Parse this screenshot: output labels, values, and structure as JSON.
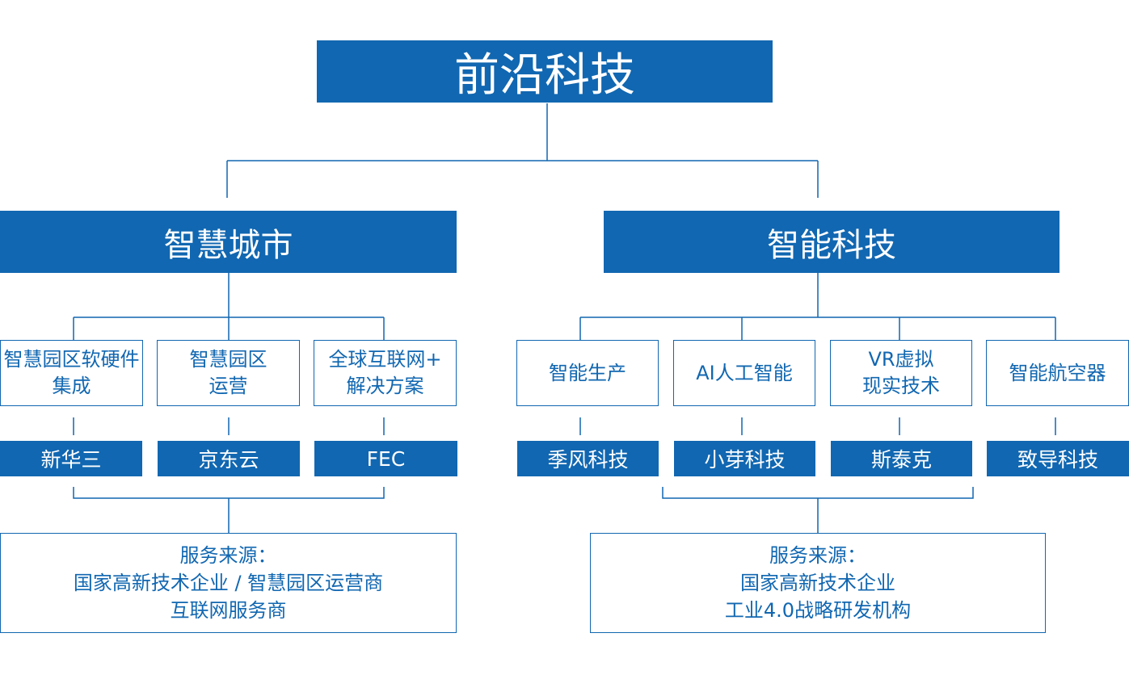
{
  "colors": {
    "primary": "#1167b1",
    "background": "#ffffff",
    "line": "#1167b1"
  },
  "root": {
    "label": "前沿科技"
  },
  "branches": [
    {
      "label": "智慧城市",
      "categories": [
        {
          "lines": [
            "智慧园区软硬件",
            "集成"
          ]
        },
        {
          "lines": [
            "智慧园区",
            "运营"
          ]
        },
        {
          "lines": [
            "全球互联网+",
            "解决方案"
          ]
        }
      ],
      "companies": [
        "新华三",
        "京东云",
        "FEC"
      ],
      "source": {
        "lines": [
          "服务来源：",
          "国家高新技术企业 / 智慧园区运营商",
          "互联网服务商"
        ]
      }
    },
    {
      "label": "智能科技",
      "categories": [
        {
          "lines": [
            "智能生产"
          ]
        },
        {
          "lines": [
            "AI人工智能"
          ]
        },
        {
          "lines": [
            "VR虚拟",
            "现实技术"
          ]
        },
        {
          "lines": [
            "智能航空器"
          ]
        }
      ],
      "companies": [
        "季风科技",
        "小芽科技",
        "斯泰克",
        "致导科技"
      ],
      "source": {
        "lines": [
          "服务来源：",
          "国家高新技术企业",
          "工业4.0战略研发机构"
        ]
      }
    }
  ]
}
